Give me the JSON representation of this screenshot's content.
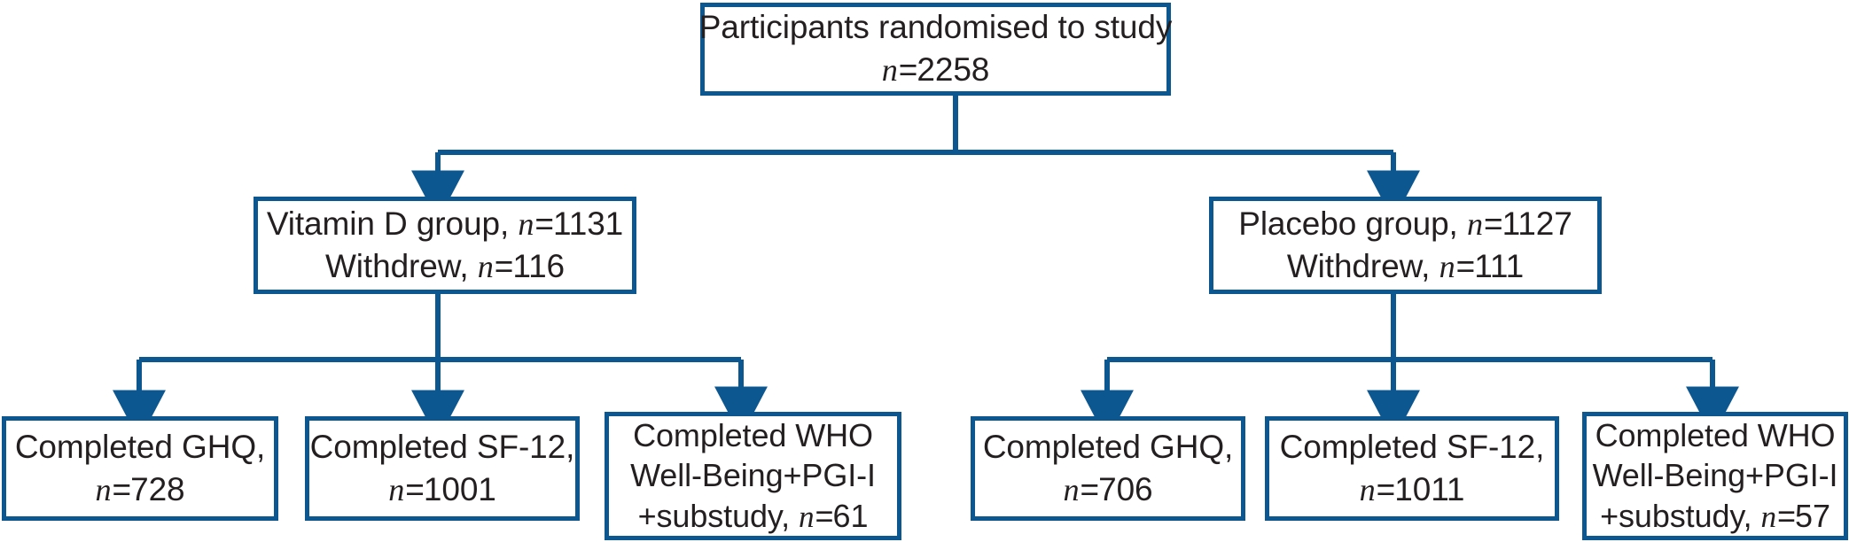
{
  "diagram": {
    "title": "CONSORT participant flow diagram",
    "accent_color": "#0d5790",
    "text_color": "#231f20",
    "background": "#ffffff"
  },
  "nodes": {
    "root": {
      "name": "participants-randomised",
      "lines": [
        "Participants randomised to study",
        "n = 2258"
      ],
      "label": "Participants randomised to study",
      "n_symbol": "n",
      "equals": "=",
      "n_value": "2258"
    },
    "vitamin_d": {
      "name": "vitamin-d-group",
      "label": "Vitamin D group,",
      "n_symbol": "n",
      "equals": "=",
      "n_value": "1131",
      "withdrew_label": "Withdrew,",
      "withdrew_n_symbol": "n",
      "withdrew_equals": "=",
      "withdrew_value": "116"
    },
    "placebo": {
      "name": "placebo-group",
      "label": "Placebo group,",
      "n_symbol": "n",
      "equals": "=",
      "n_value": "1127",
      "withdrew_label": "Withdrew,",
      "withdrew_n_symbol": "n",
      "withdrew_equals": "=",
      "withdrew_value": "111"
    },
    "vitamin_d_outcomes": [
      {
        "name": "vitd-completed-ghq",
        "line1": "Completed GHQ,",
        "n_symbol": "n",
        "equals": "=",
        "n_value": "728"
      },
      {
        "name": "vitd-completed-sf12",
        "line1": "Completed SF-12,",
        "n_symbol": "n",
        "equals": "=",
        "n_value": "1001"
      },
      {
        "name": "vitd-completed-who",
        "line1": "Completed WHO",
        "line2": "Well-Being+PGI-I",
        "line3_prefix": "+substudy,",
        "n_symbol": "n",
        "equals": "=",
        "n_value": "61"
      }
    ],
    "placebo_outcomes": [
      {
        "name": "placebo-completed-ghq",
        "line1": "Completed GHQ,",
        "n_symbol": "n",
        "equals": "=",
        "n_value": "706"
      },
      {
        "name": "placebo-completed-sf12",
        "line1": "Completed SF-12,",
        "n_symbol": "n",
        "equals": "=",
        "n_value": "1011"
      },
      {
        "name": "placebo-completed-who",
        "line1": "Completed WHO",
        "line2": "Well-Being+PGI-I",
        "line3_prefix": "+substudy,",
        "n_symbol": "n",
        "equals": "=",
        "n_value": "57"
      }
    ]
  }
}
